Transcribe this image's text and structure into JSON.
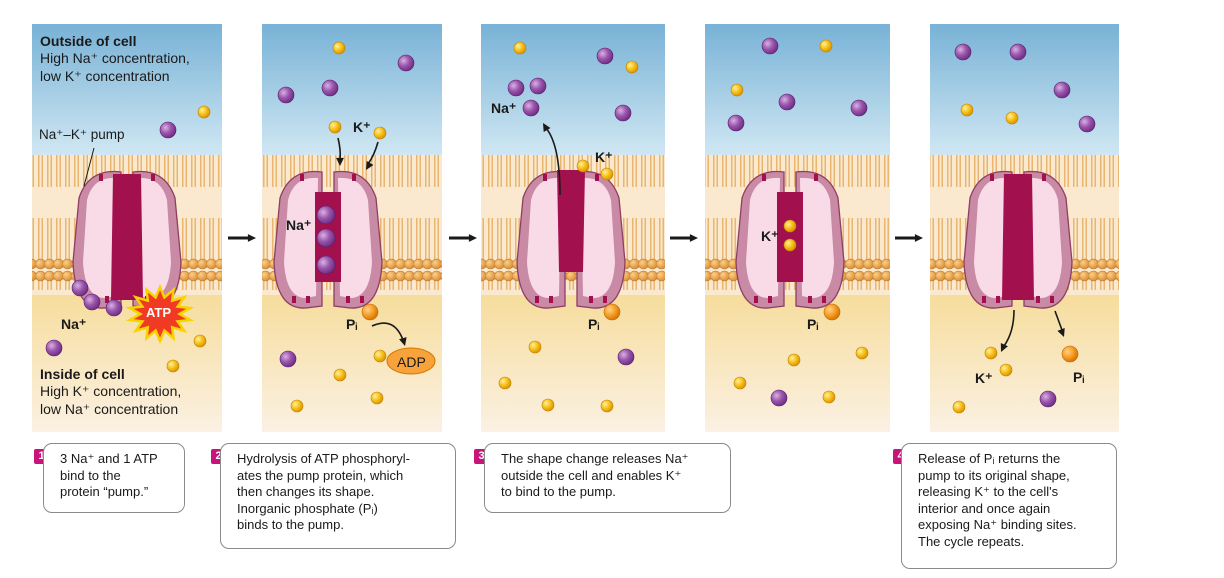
{
  "panels": [
    {
      "context_top": {
        "title": "Outside of cell",
        "lines": [
          "High Na⁺ concentration,",
          "low K⁺ concentration"
        ]
      },
      "pump_label": "Na⁺–K⁺ pump",
      "na_label": "Na⁺",
      "atp_label": "ATP",
      "context_bottom": {
        "title": "Inside of cell",
        "lines": [
          "High K⁺ concentration,",
          "low Na⁺ concentration"
        ]
      }
    },
    {
      "k_label": "K⁺",
      "na_label": "Na⁺",
      "pi_label": "Pᵢ",
      "adp_label": "ADP"
    },
    {
      "na_label": "Na⁺",
      "k_label": "K⁺",
      "pi_label": "Pᵢ"
    },
    {
      "k_label": "K⁺",
      "pi_label": "Pᵢ"
    },
    {
      "k_label": "K⁺",
      "pi_label": "Pᵢ"
    }
  ],
  "captions": [
    {
      "number": "1",
      "lines": [
        "3 Na⁺ and 1 ATP",
        "bind to the",
        "protein “pump.”"
      ]
    },
    {
      "number": "2",
      "lines": [
        "Hydrolysis of ATP phosphoryl-",
        "ates the pump protein, which",
        "then changes its shape.",
        "Inorganic phosphate (Pᵢ)",
        "binds to the pump."
      ]
    },
    {
      "number": "3",
      "lines": [
        "The shape change releases Na⁺",
        "outside the cell and enables K⁺",
        "to bind to the pump."
      ]
    },
    {
      "number": "4",
      "lines": [
        "Release of Pᵢ returns the",
        "pump to its original shape,",
        "releasing K⁺ to the cell's",
        "interior and once again",
        "exposing Na⁺ binding sites.",
        "The cycle repeats."
      ]
    }
  ],
  "colors": {
    "extracellular_top": "#7fb6d8",
    "extracellular_bottom": "#cfe6f2",
    "cytoplasm_top": "#f7dfa0",
    "cytoplasm_bottom": "#fbf0df",
    "lipid_head": "#e9a24a",
    "pump_outer": "#c98aa6",
    "pump_inner": "#f8dbe6",
    "channel": "#a3104e",
    "sodium_ion": "#8e4aa0",
    "potassium_ion": "#f5b800",
    "phosphate": "#f59a20",
    "caption_badge": "#c8147a"
  }
}
